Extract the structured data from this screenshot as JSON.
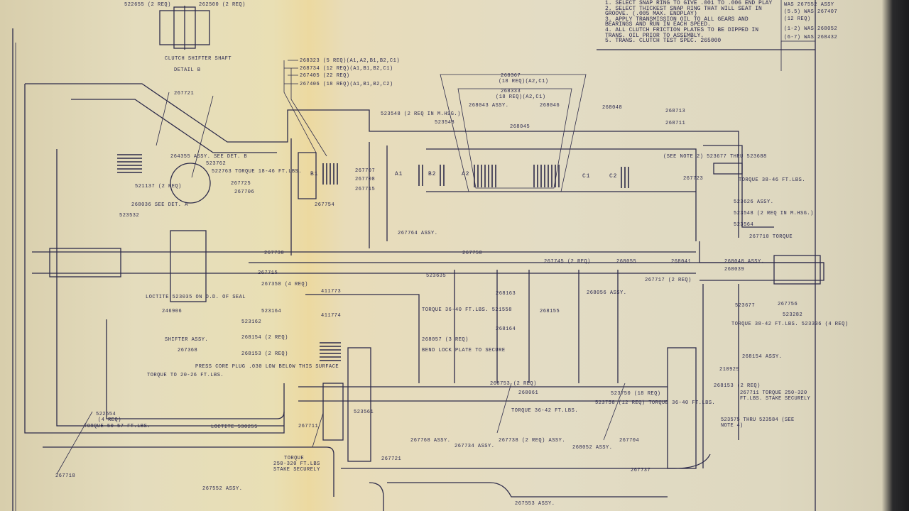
{
  "drawing": {
    "notes": [
      "1. SELECT SNAP RING TO GIVE .001 TO .006 END PLAY",
      "2. SELECT THICKEST SNAP RING THAT WILL SEAT IN GROOVE. (.005 MAX. ENDPLAY)",
      "3. APPLY TRANSMISSION OIL TO ALL GEARS AND BEARINGS AND RUN IN EACH SPEED.",
      "4. ALL CLUTCH FRICTION PLATES TO BE DIPPED IN TRANS. OIL PRIOR TO ASSEMBLY.",
      "5. TRANS. CLUTCH TEST SPEC. 265000"
    ],
    "revision_box": [
      "WAS 267552 ASSY",
      "(5.5) WAS 267407",
      "(12 REQ)",
      "(1-2) WAS 268052",
      "(6-7) WAS 268432"
    ],
    "detail_title": [
      "CLUTCH SHIFTER SHAFT",
      "DETAIL B"
    ],
    "detail_parts": [
      "522655 (2 REQ)",
      "262500 (2 REQ)"
    ],
    "callouts": {
      "top_left": [
        "268323 (5 REQ)(A1,A2,B1,B2,C1)",
        "268734 (12 REQ)(A1,B1,B2,C1)",
        "267405 (22 REQ)",
        "267406 (18 REQ)(A1,B1,B2,C2)"
      ],
      "cone": [
        "268367",
        "(18 REQ)(A2,C1)",
        "268333",
        "(18 REQ)(A2,C1)"
      ],
      "upper": [
        "268043 ASSY.",
        "268046",
        "268045",
        "523548",
        "523548 (2 REQ IN M.HSG.)",
        "268048",
        "268713",
        "268711",
        "267721",
        "264355 ASSY. SEE DET. B",
        "523762",
        "522763 TORQUE 18-46 FT.LBS.",
        "267725",
        "267706",
        "521137 (2 REQ)",
        "268036 SEE DET. A",
        "523532",
        "267707",
        "267708",
        "267715",
        "267754",
        "267764 ASSY.",
        "(SEE NOTE 2) 523677 THRU 523688",
        "267723",
        "TORQUE 38-46 FT.LBS.",
        "523626 ASSY.",
        "523548 (2 REQ IN M.HSG.)",
        "267710 TORQUE"
      ],
      "clutch_packs": [
        "B1",
        "A1",
        "B2",
        "A2",
        "C1",
        "C2"
      ],
      "middle": [
        "267730",
        "267715",
        "267745 (2 REQ)",
        "268055",
        "268041",
        "268040 ASSY.",
        "268039",
        "267717 (2 REQ)",
        "268056 ASSY.",
        "267750",
        "523564",
        "523635",
        "523677",
        "267756",
        "523282",
        "267358 (4 REQ)",
        "411773",
        "411774",
        "523164",
        "523162",
        "246906",
        "267368",
        "SHIFTER ASSY.",
        "268154 (2 REQ)",
        "268153 (2 REQ)",
        "268057 (3 REQ)",
        "TORQUE 36-40 FT.LBS. 521558",
        "BEND LOCK PLATE TO SECURE",
        "268154 ASSY.",
        "TORQUE 38-42 FT.LBS. 523336 (4 REQ)",
        "LOCTITE 523035 ON O.D. OF SEAL",
        "PRESS CORE PLUG .030 LOW BELOW THIS SURFACE",
        "TORQUE TO 20-26 FT.LBS.",
        "268155",
        "268163",
        "268153 (2 REQ)",
        "268164",
        "267711 TORQUE 250-320 FT.LBS. STAKE SECURELY",
        "523750 (18 REQ)",
        "TORQUE 36-42 FT.LBS.",
        "268061",
        "268753 (2 REQ)",
        "210929",
        "523575 THRU 523584 (SEE NOTE 4)"
      ],
      "bottom": [
        "522554",
        "(4 REQ)",
        "TORQUE 50-57 FT.LBS.",
        "LOCTITE 530255",
        "267711",
        "TORQUE",
        "250-320 FT.LBS",
        "STAKE SECURELY",
        "523561",
        "267721",
        "267718",
        "267552 ASSY.",
        "267768 ASSY.",
        "267734 ASSY.",
        "267738 (2 REQ) ASSY.",
        "268052 ASSY.",
        "267704",
        "267737",
        "267553 ASSY.",
        "523758 (12 REQ) TORQUE 36-40 FT.LBS."
      ]
    }
  }
}
